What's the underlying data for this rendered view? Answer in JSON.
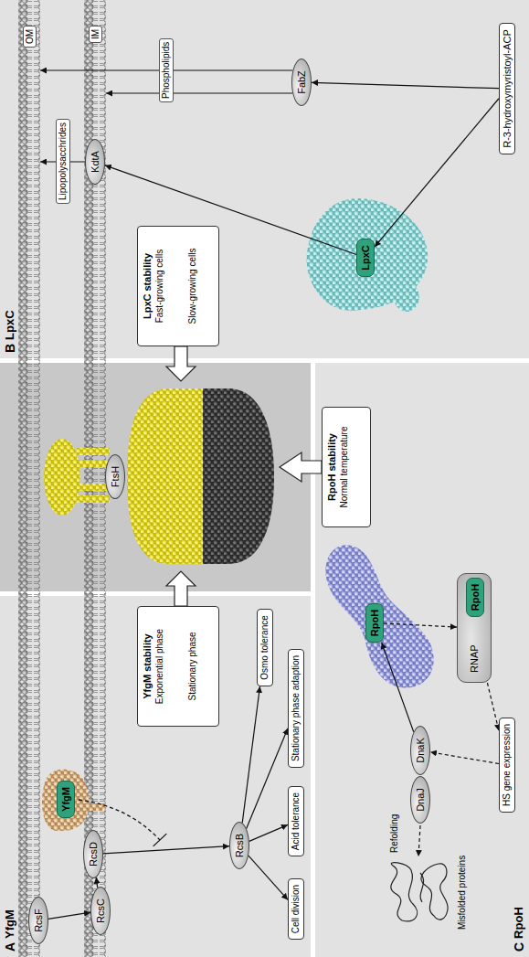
{
  "diagram": {
    "nodes": [
      {
        "text": [
          "OM"
        ]
      },
      {
        "text": [
          "IM"
        ]
      },
      {
        "text": [
          "A",
          "YfgM"
        ]
      },
      {
        "text": [
          "RcsF"
        ],
        "in": 2
      },
      {
        "text": [
          "RcsD"
        ],
        "in": 2
      },
      {
        "text": [
          "RcsC"
        ],
        "in": 2
      },
      {
        "text": [
          "YfgM"
        ],
        "in": 2
      },
      {
        "text": [
          "YfgM stability",
          "Exponential phase",
          "Stationary phase"
        ],
        "in": 2
      },
      {
        "text": [
          "RcsB"
        ],
        "in": 2
      },
      {
        "text": [
          "Cell division"
        ],
        "in": 2
      },
      {
        "text": [
          "Acid tolerance"
        ],
        "in": 2
      },
      {
        "text": [
          "Stationary phase adaption"
        ],
        "in": 2
      },
      {
        "text": [
          "Osmo tolerance"
        ],
        "in": 2
      },
      {
        "text": [
          "FtsH"
        ]
      },
      {
        "text": [
          "B",
          "LpxC"
        ]
      },
      {
        "text": [
          "KdtA"
        ],
        "in": 14
      },
      {
        "text": [
          "LpxC stability",
          "Fast-growing cells",
          "Slow-growing cells"
        ],
        "in": 14
      },
      {
        "text": [
          "FabZ"
        ],
        "in": 14
      },
      {
        "text": [
          "LpxC"
        ],
        "in": 14
      },
      {
        "text": [
          "R-3-hydroxymyristoyl-ACP"
        ],
        "in": 14
      },
      {
        "text": [
          "C",
          "RpoH"
        ]
      },
      {
        "text": [
          "RpoH stability",
          "Normal temperature"
        ],
        "in": 20
      },
      {
        "text": [
          "RpoH"
        ],
        "in": 20
      },
      {
        "text": [
          "RNAP"
        ],
        "in": 20
      },
      {
        "text": [
          "RpoH"
        ],
        "in": 23
      },
      {
        "text": [
          "HS gene expression"
        ],
        "in": 20
      },
      {
        "text": [
          "DnaJ"
        ],
        "in": 20
      },
      {
        "text": [
          "DnaK"
        ],
        "in": 20
      }
    ],
    "edges": [
      {
        "from": 3,
        "to": 5,
        "arrow": "to"
      },
      {
        "from": 5,
        "to": 4,
        "arrow": "to"
      },
      {
        "from": 4,
        "to": 8,
        "arrow": "to"
      },
      {
        "from": 8,
        "to": 9,
        "arrow": "to"
      },
      {
        "from": 8,
        "to": 10,
        "arrow": "to"
      },
      {
        "from": 8,
        "to": 11,
        "arrow": "to"
      },
      {
        "from": 8,
        "to": 12,
        "arrow": "to"
      },
      {
        "from": 19,
        "to": 18,
        "arrow": "to"
      },
      {
        "from": 19,
        "to": 17,
        "arrow": "to"
      },
      {
        "from": 18,
        "to": 15,
        "arrow": "to"
      },
      {
        "from": 15,
        "to": 0,
        "label": "Lipopolysacchrides",
        "arrow": "to"
      },
      {
        "from": 17,
        "to": 1,
        "arrow": "to"
      },
      {
        "from": 17,
        "to": 0,
        "label": "Phospholipids",
        "arrow": "to"
      },
      {
        "from": 22,
        "to": 23,
        "arrow": "to"
      },
      {
        "from": 23,
        "to": 25,
        "arrow": "to"
      },
      {
        "from": 25,
        "to": 27,
        "arrow": "to"
      },
      {
        "from": 27,
        "to": 22,
        "arrow": "to"
      }
    ],
    "labels": [
      "Refolding",
      "Misfolded proteins"
    ]
  }
}
